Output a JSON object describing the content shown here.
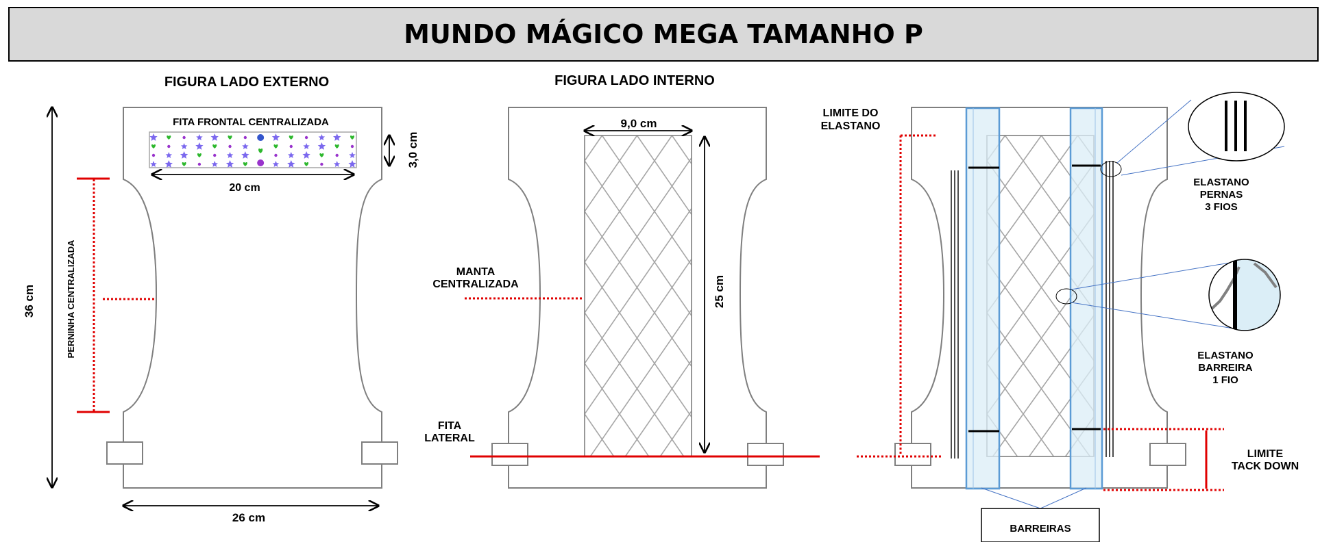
{
  "title": "MUNDO MÁGICO MEGA TAMANHO P",
  "panels": {
    "external": {
      "heading": "FIGURA LADO EXTERNO",
      "front_tape_label": "FITA FRONTAL  CENTRALIZADA",
      "dim_tape_width": "20 cm",
      "dim_tape_height": "3,0 cm",
      "dim_height": "36 cm",
      "dim_width": "26 cm",
      "leg_label": "PERNINHA  CENTRALIZADA"
    },
    "internal": {
      "heading": "FIGURA LADO INTERNO",
      "dim_pad_width": "9,0 cm",
      "dim_pad_height": "25 cm",
      "pad_label_line1": "MANTA",
      "pad_label_line2": "CENTRALIZADA",
      "side_tape_line1": "FITA",
      "side_tape_line2": "LATERAL"
    },
    "elastic": {
      "limit_label_line1": "LIMITE DO",
      "limit_label_line2": "ELASTANO",
      "legs_label_line1": "ELASTANO",
      "legs_label_line2": "PERNAS",
      "legs_label_line3": "3 FIOS",
      "barrier_label_line1": "ELASTANO",
      "barrier_label_line2": "BARREIRA",
      "barrier_label_line3": "1 FIO",
      "tack_label_line1": "LIMITE",
      "tack_label_line2": "TACK DOWN",
      "barriers_box": "BARREIRAS"
    }
  },
  "colors": {
    "limit_line": "#e00000",
    "barrier_fill": "#dbeef7",
    "barrier_stroke": "#5b9bd5",
    "outline": "#7f7f7f",
    "title_bg": "#d9d9d9",
    "star": "#7b68ee",
    "heart": "#2eb82e",
    "dot": "#9933cc"
  }
}
